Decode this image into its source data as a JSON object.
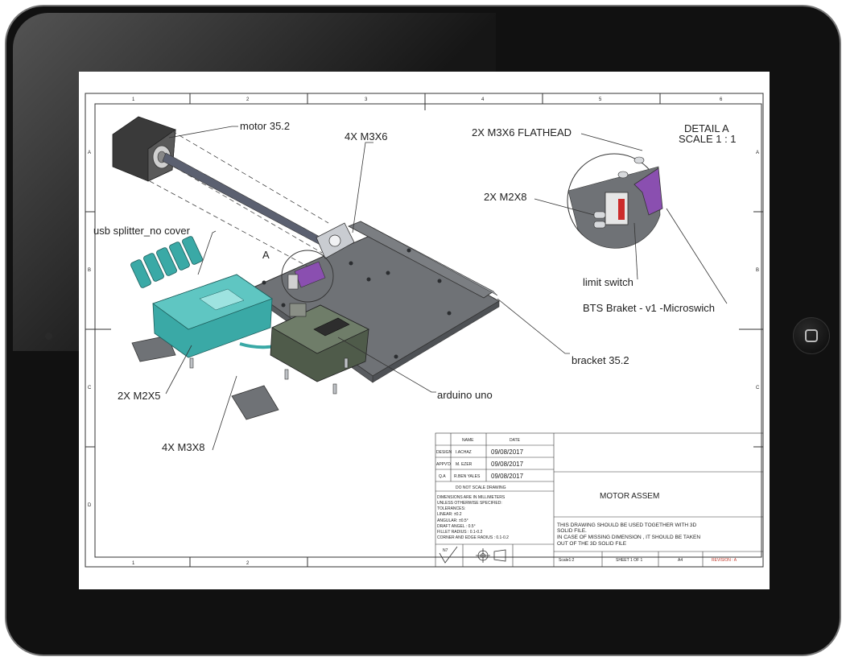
{
  "drawing": {
    "columns_top": [
      "1",
      "2",
      "3",
      "4",
      "5",
      "6"
    ],
    "columns_bottom": [
      "1",
      "2"
    ],
    "rows": [
      "A",
      "B",
      "C",
      "D"
    ],
    "callouts": {
      "motor": "motor 35.2",
      "screws_m3x6": "4X  M3X6",
      "usb_splitter": "usb splitter_no cover",
      "detail_marker": "A",
      "m2x5": "2X  M2X5",
      "m3x8": "4X  M3X8",
      "arduino": "arduino uno",
      "bracket": "bracket 35.2"
    },
    "detail": {
      "title": "DETAIL A",
      "scale": "SCALE 1 : 1",
      "flathead": "2X  M3X6 FLATHEAD",
      "m2x8": "2X  M2X8",
      "limit_switch": "limit switch",
      "braket": "BTS Braket - v1 -Microswich"
    }
  },
  "title_block": {
    "header_name": "NAME",
    "header_date": "DATE",
    "rows": [
      {
        "role": "DESIGN",
        "name": "I.ACHAZ",
        "date": "09/08/2017"
      },
      {
        "role": "APPV'D",
        "name": "M. EZER",
        "date": "09/08/2017"
      },
      {
        "role": "Q.A",
        "name": "R.BEN YALES",
        "date": "09/08/2017"
      }
    ],
    "do_not_scale": "DO NOT SCALE DRAWING",
    "dimensions": "DIMENSIONS ARE IN MILLIMETERS",
    "unless": "UNLESS OTHERWISE SPECIFIED:",
    "tolerances": "TOLERANCES:",
    "linear": "LINEAR: ±0.2",
    "angular": "ANGULAR: ±0.5°",
    "draft": "DRAFT ANGEL : 0.5°",
    "fillet": "FILLET RADIUS : 0.1-0.2",
    "corner": "CORNER AND EDGE RADIUS : 0.1-0.2",
    "roughness": "N7",
    "title": "MOTOR ASSEM",
    "note1": "THIS DRAWING SHOULD BE USED TOGETHER WITH 3D",
    "note2": "SOLID FILE.",
    "note3": "IN CASE OF MISSING DIMENSION , IT SHOULD BE TAKEN",
    "note4": "OUT OF THE 3D SOLID FILE",
    "scale": "Scale1:2",
    "sheet": "SHEET 1 OF 1",
    "size": "A4",
    "revision": "REVISION : A"
  },
  "colors": {
    "plate": "#6f7276",
    "usb_splitter": "#3aa9a6",
    "arduino": "#4f5b4a",
    "switch_bracket": "#8a4fb0",
    "revision": "#c0392b"
  }
}
